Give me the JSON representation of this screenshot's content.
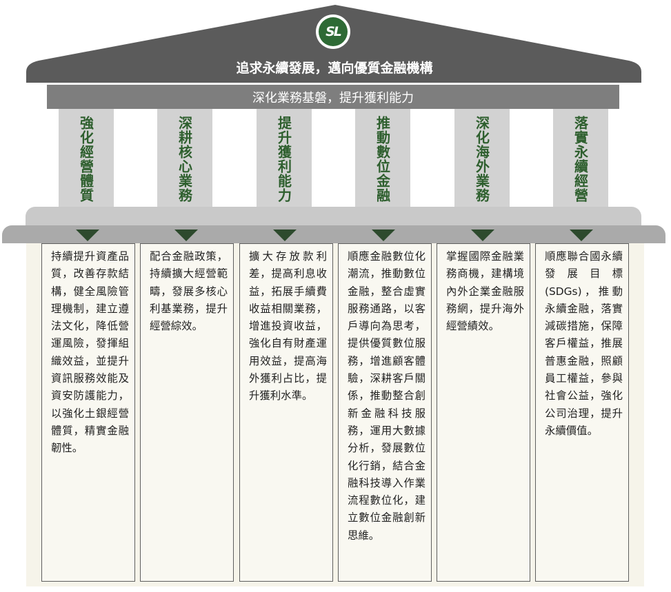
{
  "logo": {
    "text": "SL"
  },
  "roof": {
    "title": "追求永續發展，邁向優質金融機構"
  },
  "beam": {
    "title": "深化業務基磐，提升獲利能力"
  },
  "pillars": [
    {
      "label": "強化經營體質"
    },
    {
      "label": "深耕核心業務"
    },
    {
      "label": "提升獲利能力"
    },
    {
      "label": "推動數位金融"
    },
    {
      "label": "深化海外業務"
    },
    {
      "label": "落實永續經營"
    }
  ],
  "descriptions": [
    {
      "text": "持續提升資產品質，改善存款結構，健全風險管理機制，建立遵法文化，降低營運風險，發揮組織效益，並提升資訊服務效能及資安防護能力，以強化土銀經營體質，精實金融韌性。"
    },
    {
      "text": "配合金融政策，持續擴大經營範疇，發展多核心利基業務，提升經營綜效。"
    },
    {
      "text": "擴大存放款利差，提高利息收益，拓展手續費收益相關業務，增進投資收益，強化自有財產運用效益，提高海外獲利占比，提升獲利水準。"
    },
    {
      "text": "順應金融數位化潮流，推動數位金融，整合虛實服務通路，以客戶導向為思考，提供優質數位服務，增進顧客體驗，深耕客戶關係，推動整合創新金融科技服務，運用大數據分析，發展數位化行銷，結合金融科技導入作業流程數位化，建立數位金融創新思維。"
    },
    {
      "text": "掌握國際金融業務商機，建構境內外企業金融服務網，提升海外經營績效。"
    },
    {
      "text": "順應聯合國永續發展目標(SDGs)，推動永續金融，落實減碳措施，保障客戶權益，推展普惠金融，照顧員工權益，參與社會公益，強化公司治理，提升永續價值。"
    }
  ],
  "colors": {
    "roof": "#5b5b5b",
    "beam": "#7e7e7e",
    "pillar": "#d2d2d2",
    "pillar_text": "#2e5f2e",
    "arrow": "#2d4a2d",
    "logo": "#2e6a35",
    "panel": "#f6f4ea"
  }
}
